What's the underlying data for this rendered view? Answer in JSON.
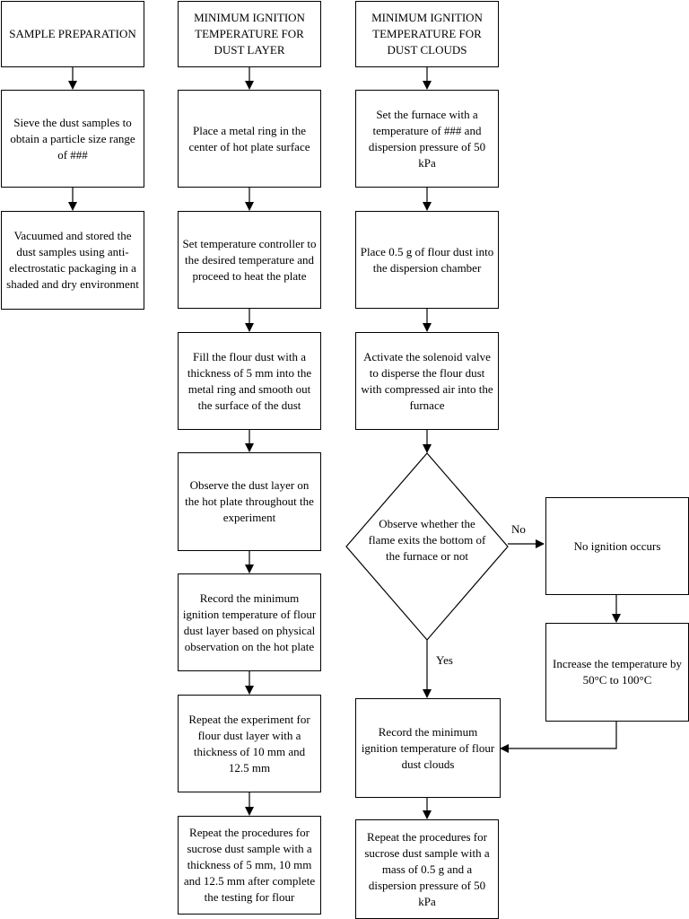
{
  "columns": {
    "sample_preparation": {
      "header": "SAMPLE PREPARATION",
      "steps": [
        "Sieve the dust samples to obtain a particle size range of ###",
        "Vacuumed and stored the dust samples using anti-electrostatic packaging in a shaded and dry environment"
      ]
    },
    "dust_layer": {
      "header": "MINIMUM IGNITION TEMPERATURE FOR DUST LAYER",
      "steps": [
        "Place a metal ring in the center of hot plate surface",
        "Set temperature controller to the desired temperature and proceed to heat the plate",
        "Fill the flour dust with a thickness of 5 mm into the metal ring and smooth out the surface of the dust",
        "Observe the dust layer on the hot plate throughout the experiment",
        "Record the minimum ignition temperature of flour dust layer based on physical observation on the hot plate",
        "Repeat the experiment for flour dust layer with a thickness of 10 mm and 12.5 mm",
        "Repeat the procedures for sucrose dust sample with a thickness of 5 mm, 10 mm and 12.5 mm after complete the testing for flour"
      ]
    },
    "dust_clouds": {
      "header": "MINIMUM IGNITION TEMPERATURE FOR DUST CLOUDS",
      "steps": [
        "Set the furnace with a temperature of ### and dispersion pressure of 50 kPa",
        "Place 0.5 g of flour dust into the dispersion chamber",
        "Activate the solenoid valve to disperse the flour dust with compressed air into the furnace"
      ],
      "decision": "Observe whether the flame exits the bottom of the furnace or not",
      "decision_no": "No",
      "decision_yes": "Yes",
      "no_branch": [
        "No ignition occurs",
        "Increase the temperature by 50°C to 100°C"
      ],
      "final_steps": [
        "Record the minimum ignition temperature of flour dust clouds",
        "Repeat the procedures for sucrose dust sample with a mass of 0.5 g and a dispersion pressure of 50 kPa"
      ]
    }
  }
}
